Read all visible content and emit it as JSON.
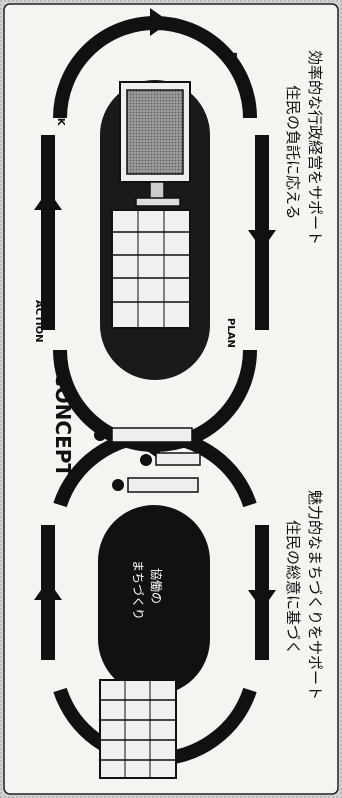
{
  "concept_label": "CONCEPT",
  "cycle": {
    "check": "CHECK",
    "do": "DO",
    "plan": "PLAN",
    "action": "ACTION"
  },
  "upper_caption": {
    "line1": "住民の負託に応える",
    "line2": "効率的な行政経営をサポート"
  },
  "lower_center_label": {
    "line1": "協働の",
    "line2": "まちづくり"
  },
  "lower_caption": {
    "line1": "住民の総意に基づく",
    "line2": "魅力的なまちづくりをサポート"
  }
}
